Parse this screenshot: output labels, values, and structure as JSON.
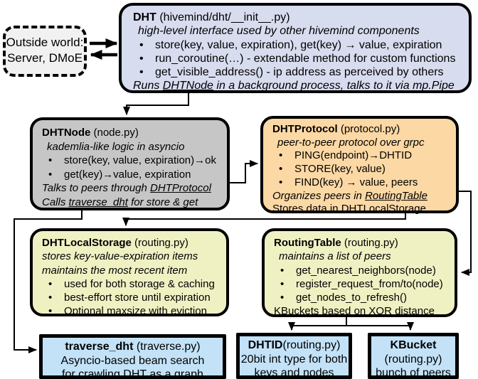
{
  "colors": {
    "outside_fill": "#f1f1f1",
    "dht_fill": "#d8dcef",
    "node_fill": "#c6c6c6",
    "protocol_fill": "#fcd8a4",
    "storage_fill": "#f0f1c3",
    "routing_fill": "#f0f1c3",
    "leaf_fill": "#c3e2f7",
    "line_color": "#000000"
  },
  "outside": {
    "line1": "Outside world:",
    "line2": "Server, DMoE"
  },
  "boxes": {
    "dht": {
      "name": "DHT",
      "file": " (hivemind/dht/__init__.py)",
      "subtitle": "high-level interface used by other hivemind components",
      "bullets": [
        "store(key, value, expiration), get(key) → value, expiration",
        "run_coroutine(…) - extendable method for custom functions",
        "get_visible_address() - ip address as perceived by others"
      ],
      "note": {
        "pre": "Runs ",
        "link": "DHTNode",
        "post": " in a background process, talks to it via mp.Pipe"
      }
    },
    "dhtnode": {
      "name": "DHTNode",
      "file": " (node.py)",
      "subtitle": "kademlia-like logic in asyncio",
      "bullets": [
        "store(key, value, expiration)→ok",
        "get(key)→value, expiration"
      ],
      "note1": {
        "pre": "Talks to peers through ",
        "link": "DHTProtocol",
        "post": ""
      },
      "note2": {
        "pre": "Calls ",
        "link": "traverse_dht",
        "post": " for store & get"
      }
    },
    "dhtprotocol": {
      "name": "DHTProtocol",
      "file": " (protocol.py)",
      "subtitle": "peer-to-peer protocol over grpc",
      "bullets": [
        "PING(endpoint)→DHTID",
        "STORE(key, value)",
        "FIND(key) → value, peers"
      ],
      "note1": {
        "pre": "Organizes peers in ",
        "link": "RoutingTable",
        "post": ""
      },
      "note2": {
        "pre": "Stores data in DHT",
        "link": "LocalStorage",
        "post": ""
      }
    },
    "dhtlocalstorage": {
      "name": "DHTLocalStorage",
      "file": " (routing.py)",
      "subtitle1": "stores key-value-expiration items",
      "subtitle2": "maintains the most recent item",
      "bullets": [
        "used for both storage & caching",
        "best-effort store until expiration",
        "Optional maxsize with eviction"
      ]
    },
    "routingtable": {
      "name": "RoutingTable",
      "file": " (routing.py)",
      "subtitle": "maintains a list of peers",
      "bullets": [
        "get_nearest_neighbors(node)",
        "register_request_from/to(node)",
        "get_nodes_to_refresh()"
      ],
      "footer": "KBuckets based on XOR distance"
    },
    "traverse_dht": {
      "name": "traverse_dht",
      "file": " (traverse.py)",
      "line1": "Asyncio-based beam search",
      "line2": "for crawling DHT as a graph"
    },
    "dhtid": {
      "name": "DHTID",
      "file": "(routing.py)",
      "line1": "20bit int type for both",
      "line2": "keys and nodes"
    },
    "kbucket": {
      "name": "KBucket",
      "file": "(routing.py)",
      "line1": "bunch of peers"
    }
  },
  "edges": [
    {
      "from": "outside-world",
      "to": "dht",
      "type": "arrow-right"
    },
    {
      "from": "dht",
      "to": "outside-world",
      "type": "arrow-left"
    },
    {
      "from": "dht",
      "to": "dhtnode",
      "type": "elbow-arrow"
    },
    {
      "from": "dhtnode",
      "to": "dhtprotocol",
      "type": "elbow-arrow"
    },
    {
      "from": "dhtprotocol",
      "to": "routingtable",
      "type": "elbow-arrow"
    },
    {
      "from": "dhtprotocol",
      "to": "dhtlocalstorage",
      "type": "elbow-arrow"
    },
    {
      "from": "dhtnode",
      "to": "traverse_dht",
      "type": "elbow-arrow"
    },
    {
      "from": "routingtable",
      "to": "dhtid",
      "type": "elbow-arrow"
    },
    {
      "from": "routingtable",
      "to": "kbucket",
      "type": "elbow-arrow"
    }
  ]
}
